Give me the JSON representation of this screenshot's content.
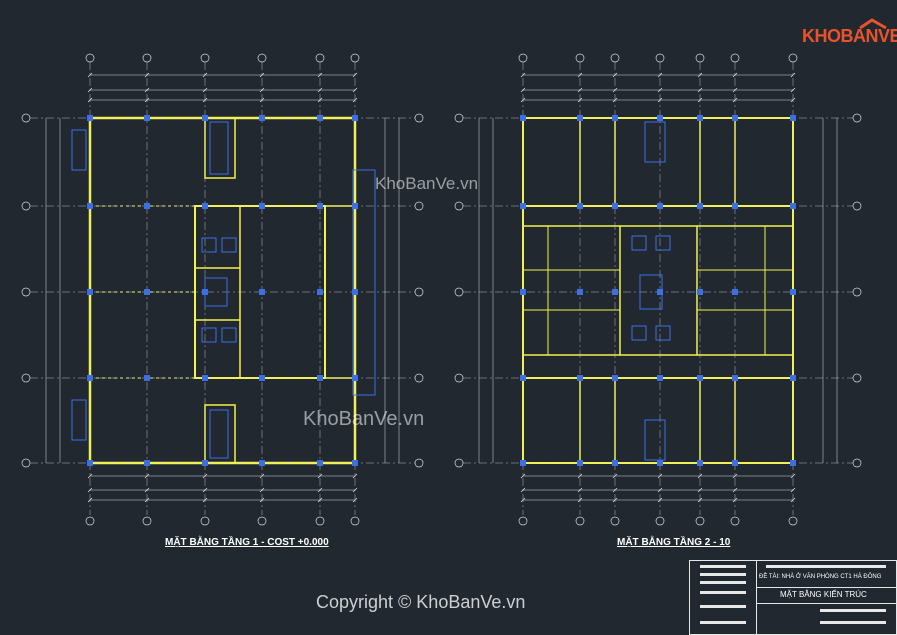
{
  "brand": {
    "logo_text": "KHOBANVE"
  },
  "plans": {
    "left_title": "MẶT BẰNG TẦNG 1 - COST +0.000",
    "right_title": "MẶT BẰNG TẦNG 2 - 10"
  },
  "watermarks": {
    "wm1": "KhoBanVe.vn",
    "wm2": "KhoBanVe.vn"
  },
  "copyright": "Copyright © KhoBanVe.vn",
  "title_block": {
    "project": "ĐỀ TÀI: NHÀ Ở VĂN PHÒNG CT1 HÀ ĐÔNG",
    "drawing": "MẶT BẰNG KIẾN TRÚC"
  },
  "colors": {
    "background": "#212830",
    "walls": "#f2f24a",
    "columns": "#3c6ee6",
    "dims": "#dcdcdc",
    "axis": "#8fe08f",
    "brand": "#e8532b"
  }
}
